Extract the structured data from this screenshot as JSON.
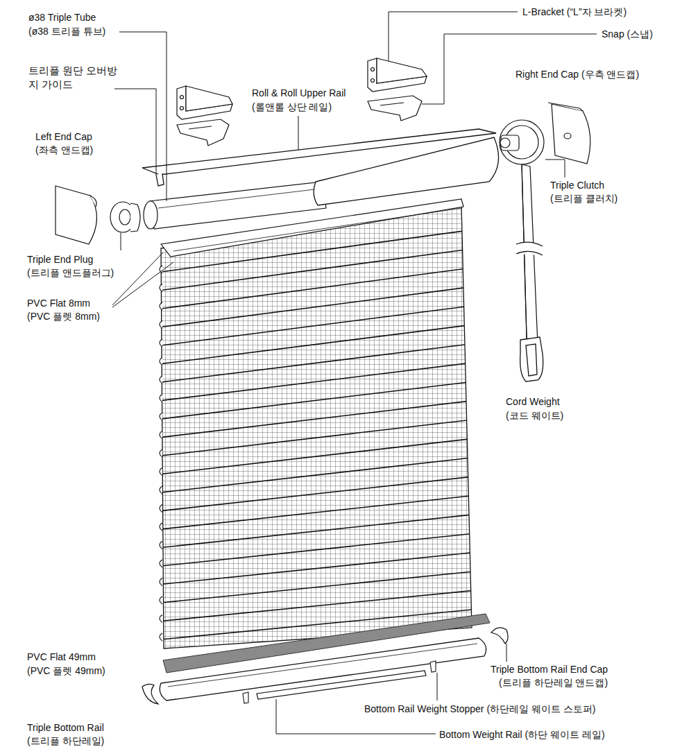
{
  "diagram": {
    "labels": [
      "ø38 Triple Tube",
      "(ø38 트리플 튜브)",
      "트리플 원단 오버방지 가이드",
      "L-Bracket (“L”자 브라켓)",
      "Snap (스냅)",
      "Roll & Roll Upper Rail",
      "(롤앤롤 상단 레일)",
      "Right End Cap (우측 앤드캡)",
      "Left End Cap",
      "(좌측 앤드캡)",
      "Triple Clutch",
      "(트리플 클러치)",
      "Triple End Plug",
      "(트리플 앤드플러그)",
      "PVC Flat 8mm",
      "(PVC 플렛 8mm)",
      "Cord Weight",
      "(코드 웨이트)",
      "PVC Flat 49mm",
      "(PVC 플렛 49mm)",
      "Triple Bottom Rail End Cap",
      "(트리플 하단레일 앤드캡)",
      "Bottom Rail Weight Stopper (하단레일 웨이트 스토퍼)",
      "Triple Bottom Rail",
      "(트리플 하단레일)",
      "Bottom Weight Rail (하단 웨이트 레일)"
    ]
  }
}
